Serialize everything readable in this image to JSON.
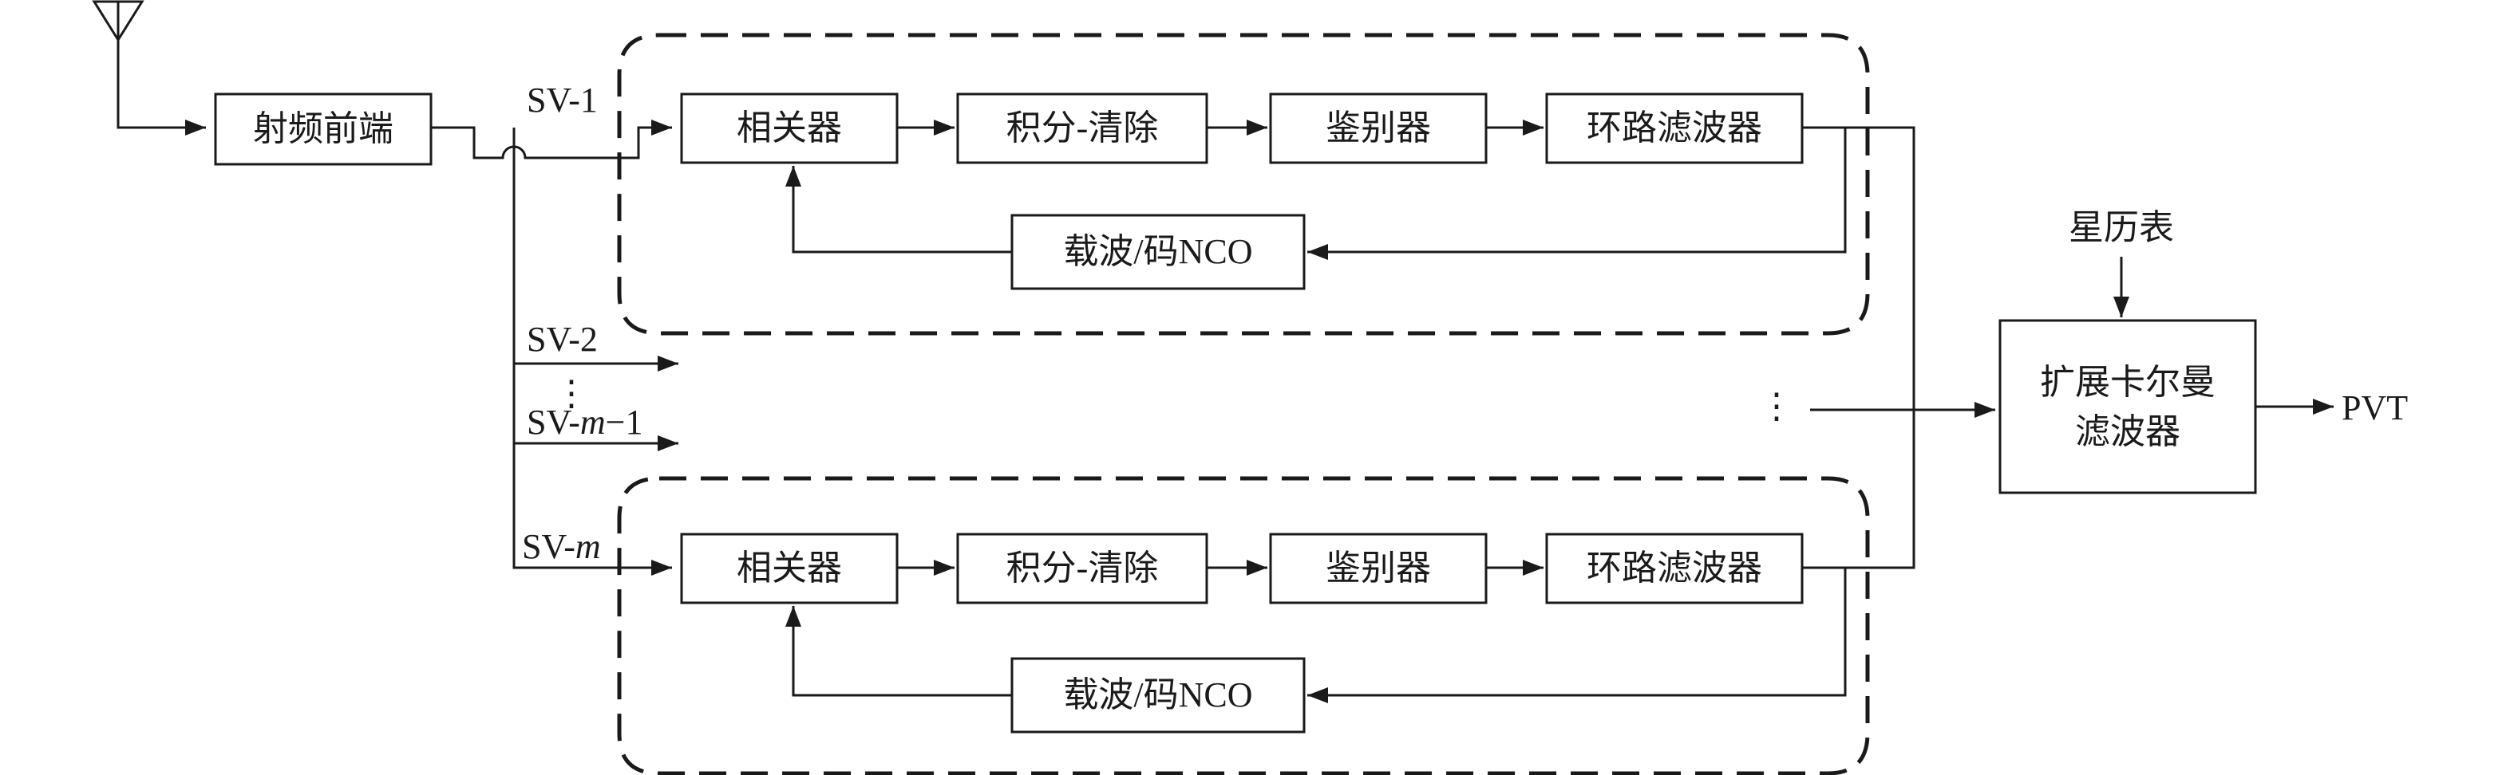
{
  "antenna": {
    "icon": "antenna-icon"
  },
  "rf_front_end": {
    "label": "射频前端"
  },
  "channels": [
    {
      "sv_label": "SV-1",
      "correlator": "相关器",
      "integrate_dump": "积分-清除",
      "discriminator": "鉴别器",
      "loop_filter": "环路滤波器",
      "nco": "载波/码NCO"
    },
    {
      "sv_label_prefix": "SV-",
      "sv_label_italic": "m",
      "correlator": "相关器",
      "integrate_dump": "积分-清除",
      "discriminator": "鉴别器",
      "loop_filter": "环路滤波器",
      "nco": "载波/码NCO"
    }
  ],
  "extra_channels": {
    "sv2_label": "SV-2",
    "svm1_prefix": "SV-",
    "svm1_italic": "m",
    "svm1_suffix": "−1",
    "vertical_dots": "⋮"
  },
  "ephemeris": {
    "label": "星历表"
  },
  "ekf": {
    "line1": "扩展卡尔曼",
    "line2": "滤波器"
  },
  "output": {
    "label": "PVT"
  }
}
